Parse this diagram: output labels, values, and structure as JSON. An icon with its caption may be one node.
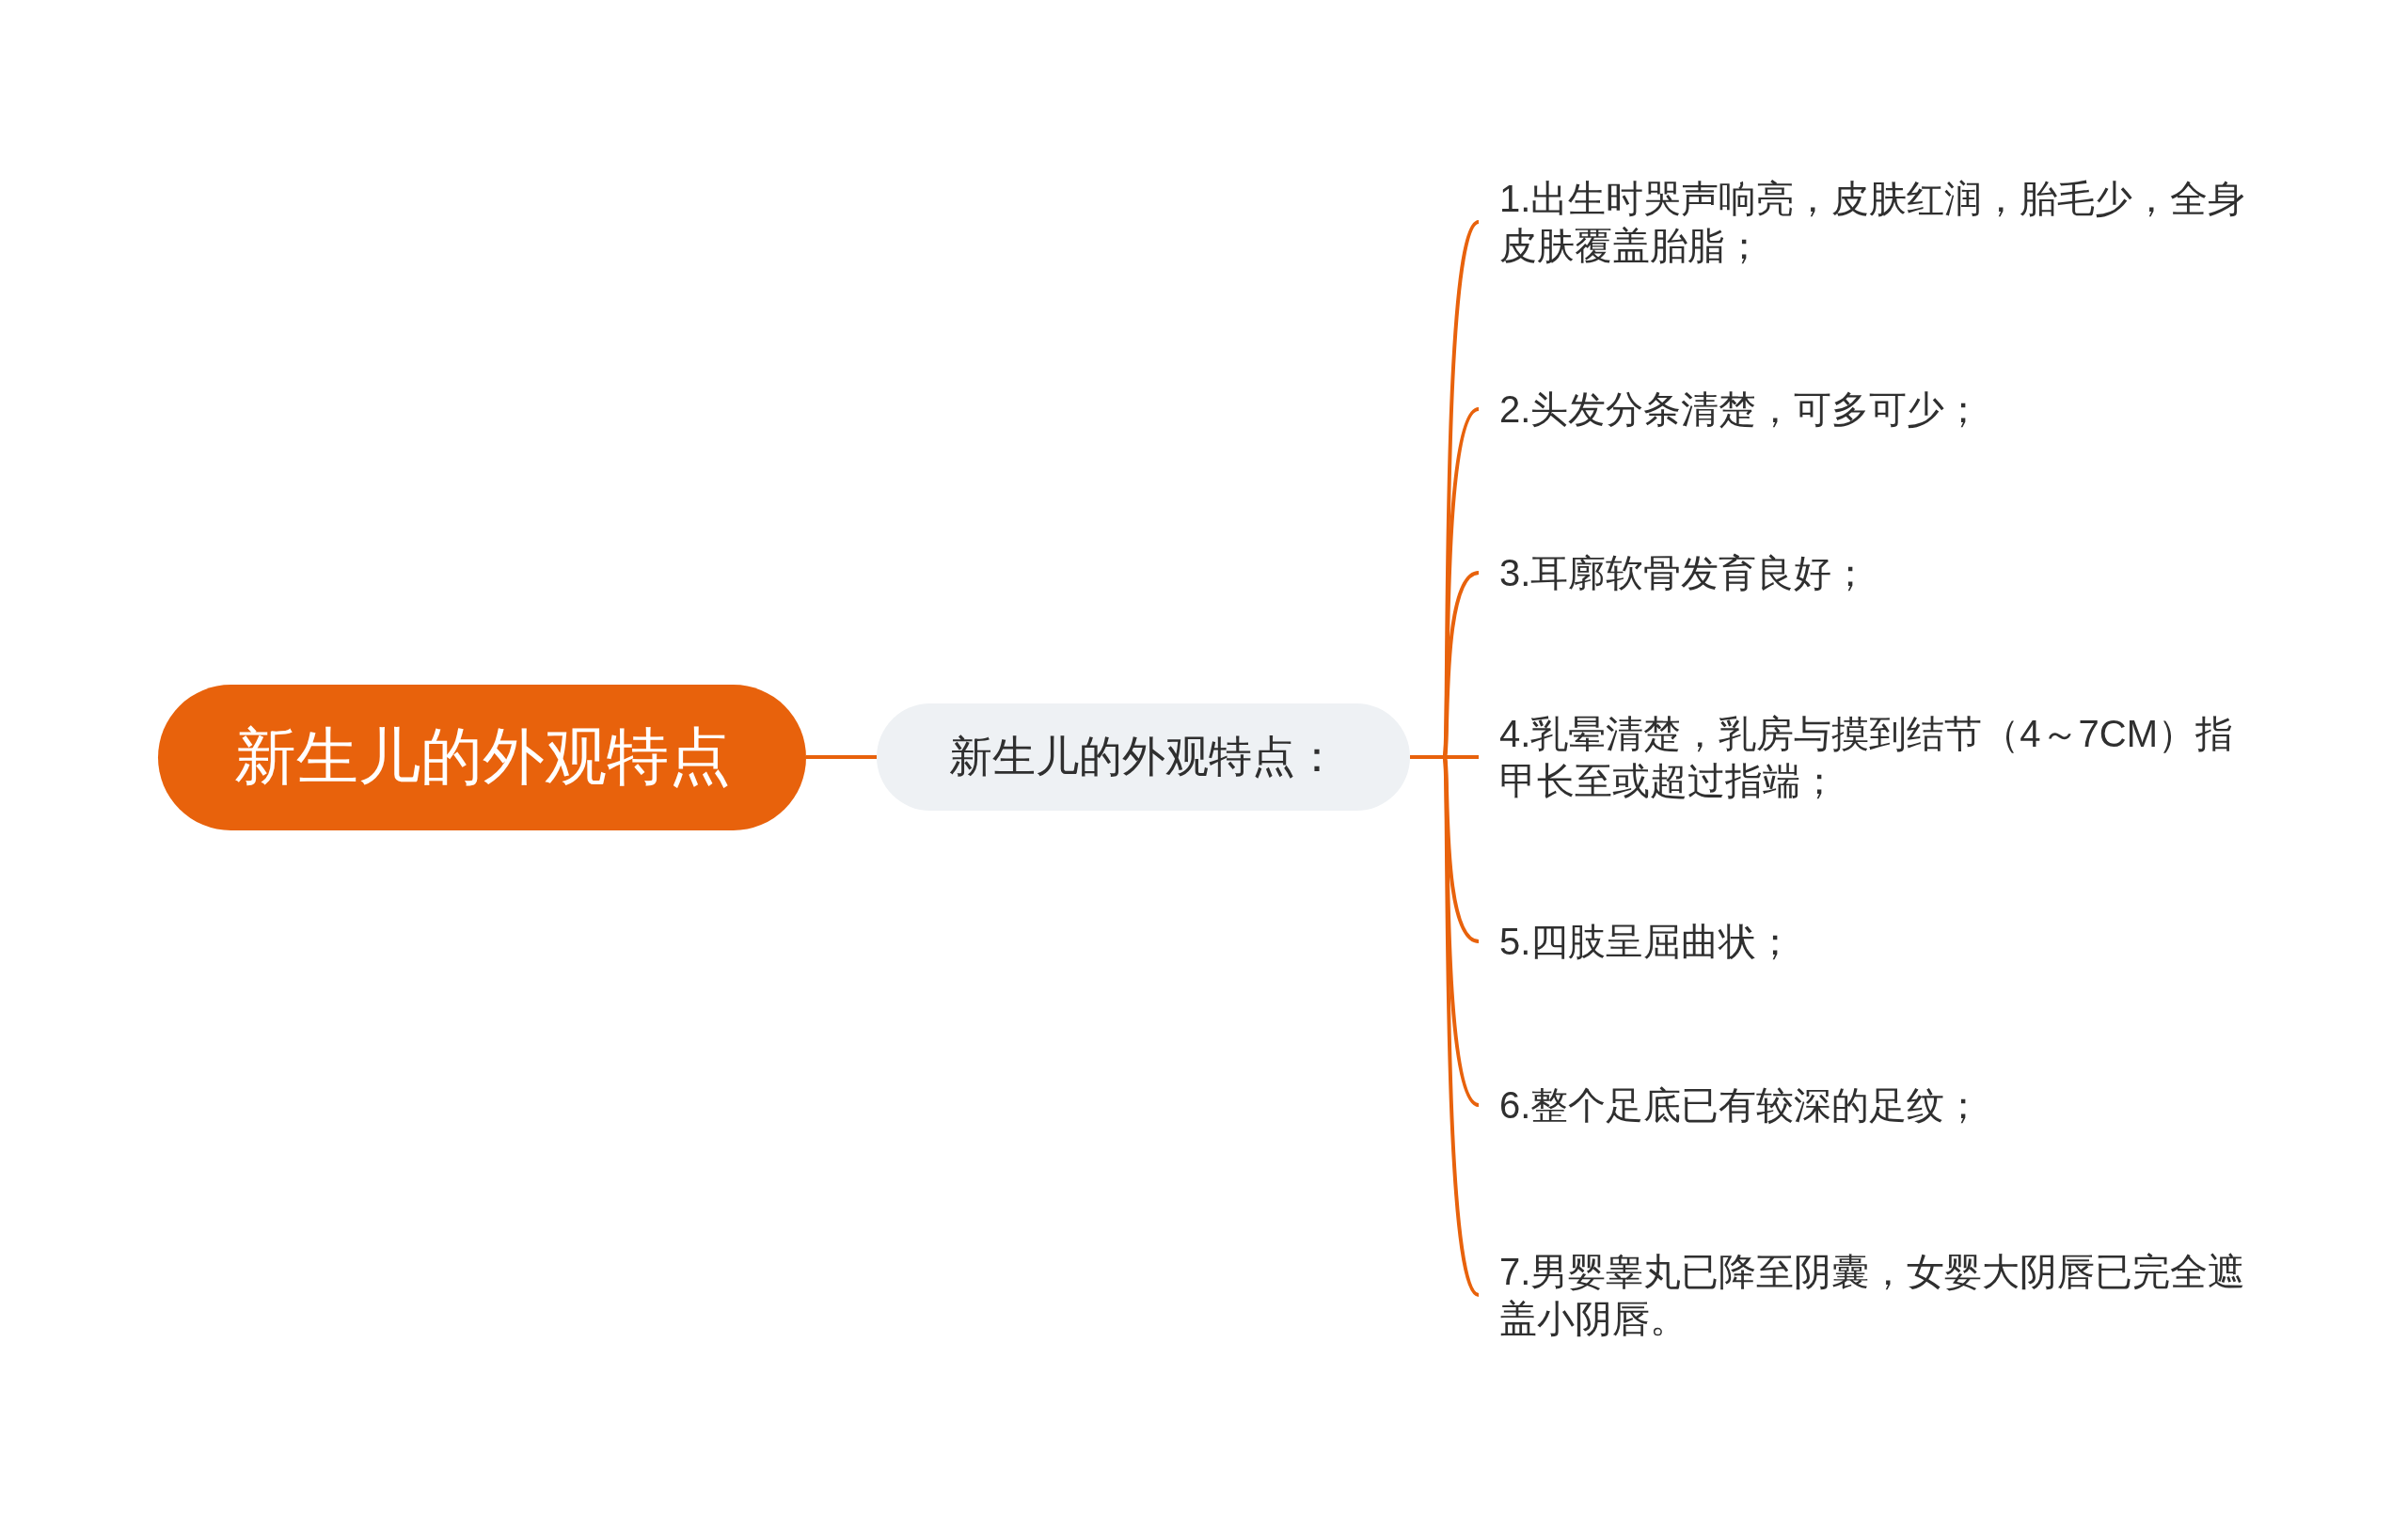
{
  "diagram": {
    "nodes": [
      {
        "text": [
          "新生儿的外观特点"
        ]
      },
      {
        "text": [
          "新生儿的外观特点："
        ]
      },
      {
        "text": [
          "1.出生时哭声响亮，皮肤红润，胎毛少，全身皮肤覆盖胎脂；"
        ]
      },
      {
        "text": [
          "2.头发分条清楚，可多可少；"
        ]
      },
      {
        "text": [
          "3.耳廓软骨发育良好；"
        ]
      },
      {
        "text": [
          "4.乳晕清楚，乳房与摸到结节（4～7CM）指甲长至或超过指端；"
        ]
      },
      {
        "text": [
          "5.四肢呈屈曲状；"
        ]
      },
      {
        "text": [
          "6.整个足底已有较深的足纹；"
        ]
      },
      {
        "text": [
          "7.男婴睾丸已降至阴囊，女婴大阴唇已完全遮盖小阴唇。"
        ]
      }
    ],
    "edges": [
      {
        "from": 0,
        "to": 1,
        "arrow": "none"
      },
      {
        "from": 1,
        "to": 2,
        "arrow": "none"
      },
      {
        "from": 1,
        "to": 3,
        "arrow": "none"
      },
      {
        "from": 1,
        "to": 4,
        "arrow": "none"
      },
      {
        "from": 1,
        "to": 5,
        "arrow": "none"
      },
      {
        "from": 1,
        "to": 6,
        "arrow": "none"
      },
      {
        "from": 1,
        "to": 7,
        "arrow": "none"
      },
      {
        "from": 1,
        "to": 8,
        "arrow": "none"
      }
    ]
  }
}
